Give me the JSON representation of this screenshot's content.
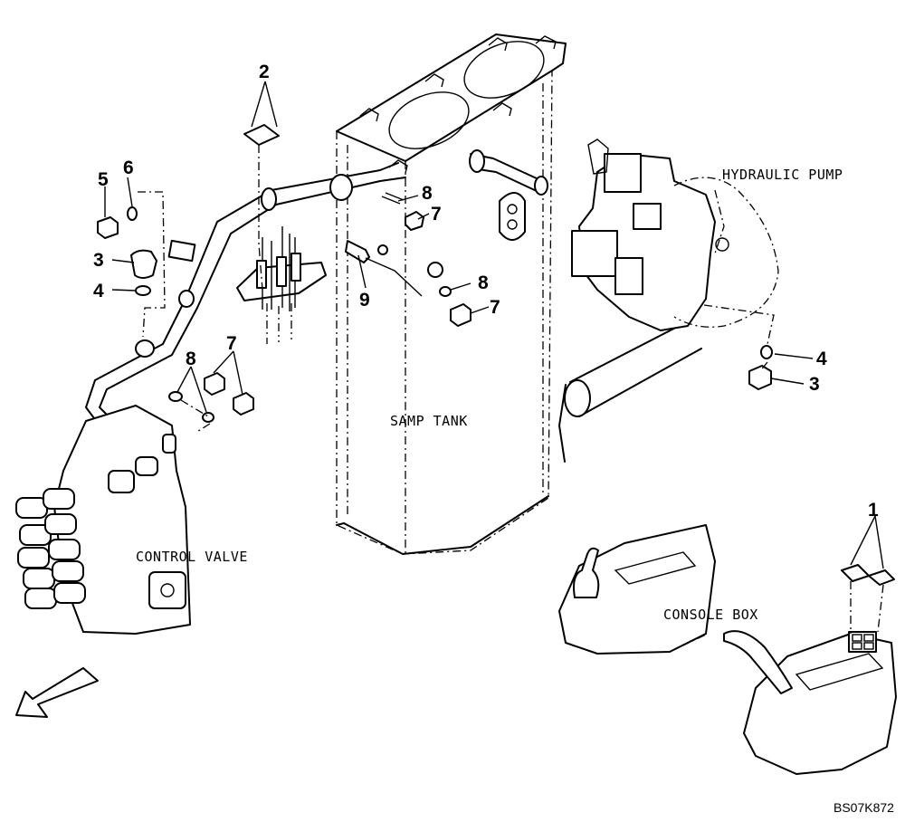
{
  "labels": {
    "hydraulic_pump": "HYDRAULIC PUMP",
    "samp_tank": "SAMP TANK",
    "control_valve": "CONTROL VALVE",
    "console_box": "CONSOLE BOX"
  },
  "callouts": {
    "c1": "1",
    "c2": "2",
    "c3_left": "3",
    "c3_right": "3",
    "c4_left": "4",
    "c4_right": "4",
    "c5": "5",
    "c6": "6",
    "c7_top": "7",
    "c7_mid": "7",
    "c7_left": "7",
    "c8_top": "8",
    "c8_mid": "8",
    "c8_left": "8",
    "c9": "9"
  },
  "drawing_number": "BS07K872"
}
